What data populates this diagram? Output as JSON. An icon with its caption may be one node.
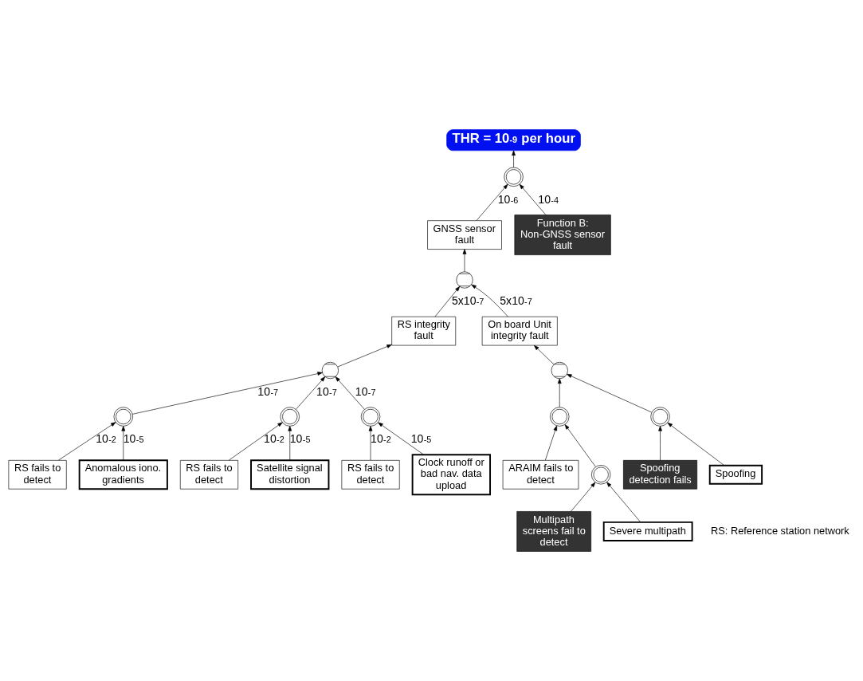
{
  "diagram": {
    "nodes": [
      {
        "text": [
          "THR = 10$^{-9}$ per hour"
        ]
      },
      {
        "text": [
          "GNSS sensor fault"
        ]
      },
      {
        "text": [],
        "shape": "cross-circle"
      },
      {
        "text": [
          "Function B: Non-GNSS sensor fault"
        ]
      },
      {
        "text": [
          "RS integrity fault"
        ]
      },
      {
        "text": [],
        "shape": "plus-circle"
      },
      {
        "text": [
          "On board Unit integrity fault"
        ]
      },
      {
        "text": [
          "RS fails to detect"
        ]
      },
      {
        "text": [],
        "shape": "cross-circle"
      },
      {
        "text": [],
        "shape": "plus-circle"
      },
      {
        "text": [],
        "shape": "plus-circle"
      },
      {
        "text": [],
        "shape": "cross-circle"
      },
      {
        "text": [
          "ARAIM fails to detect"
        ]
      },
      {
        "text": [],
        "shape": "cross-circle"
      },
      {
        "text": [
          "RS fails to detect"
        ]
      },
      {
        "text": [
          "Anomalous iono. gradients"
        ]
      },
      {
        "text": [],
        "shape": "cross-circle"
      },
      {
        "text": [
          "Multipath screens fail to detect"
        ]
      },
      {
        "text": [
          "Satellite signal distortion"
        ]
      },
      {
        "text": [
          "Severe multipath"
        ]
      },
      {
        "text": [
          "RS fails to detect"
        ]
      },
      {
        "text": [],
        "shape": "cross-circle"
      },
      {
        "text": [
          "Spoofing detection fails"
        ]
      },
      {
        "text": [],
        "shape": "cross-circle"
      },
      {
        "text": [
          "Clock runoff or bad nav. data upload"
        ]
      },
      {
        "text": [
          "Spoofing"
        ]
      }
    ],
    "edges": [
      {
        "from": 2,
        "to": 0,
        "arrow": "to"
      },
      {
        "from": 1,
        "to": 2,
        "arrow": "to",
        "label": "10$^{-6}$"
      },
      {
        "from": 3,
        "to": 2,
        "arrow": "to",
        "label": "10$^{-4}$"
      },
      {
        "from": 5,
        "to": 1,
        "arrow": "to"
      },
      {
        "from": 4,
        "to": 5,
        "arrow": "to",
        "label": "5x10$^{-7}$"
      },
      {
        "from": 6,
        "to": 5,
        "arrow": "to",
        "label": "5x10$^{-7}$"
      },
      {
        "from": 9,
        "to": 4,
        "arrow": "to"
      },
      {
        "from": 10,
        "to": 6,
        "arrow": "to"
      },
      {
        "from": 7,
        "to": 8,
        "arrow": "to",
        "label": "10$^{-2}$"
      },
      {
        "from": 15,
        "to": 8,
        "arrow": "to",
        "label": "10$^{-5}$"
      },
      {
        "from": 8,
        "to": 9,
        "arrow": "to",
        "label": "10$^{-7}$"
      },
      {
        "from": 13,
        "to": 9,
        "arrow": "to",
        "label": "10$^{-7}$"
      },
      {
        "from": 21,
        "to": 9,
        "arrow": "to",
        "label": "10$^{-7}$"
      },
      {
        "from": 14,
        "to": 13,
        "arrow": "to",
        "label": "10$^{-2}$"
      },
      {
        "from": 18,
        "to": 13,
        "arrow": "to",
        "label": "10$^{-5}$"
      },
      {
        "from": 20,
        "to": 21,
        "arrow": "to",
        "label": "10$^{-2}$"
      },
      {
        "from": 24,
        "to": 21,
        "arrow": "to",
        "label": "10$^{-5}$"
      },
      {
        "from": 11,
        "to": 10,
        "arrow": "to"
      },
      {
        "from": 12,
        "to": 11,
        "arrow": "to"
      },
      {
        "from": 16,
        "to": 11,
        "arrow": "to"
      },
      {
        "from": 17,
        "to": 16,
        "arrow": "to"
      },
      {
        "from": 19,
        "to": 16,
        "arrow": "to"
      },
      {
        "from": 23,
        "to": 10,
        "arrow": "to"
      },
      {
        "from": 22,
        "to": 23,
        "arrow": "to"
      },
      {
        "from": 25,
        "to": 23,
        "arrow": "to"
      }
    ],
    "labels": [
      "RS: Reference station network"
    ]
  }
}
